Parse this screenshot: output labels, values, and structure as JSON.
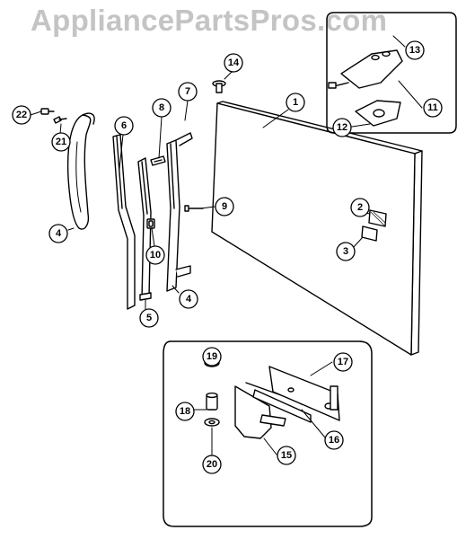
{
  "watermark": {
    "text": "AppliancePartsPros.com"
  },
  "diagram": {
    "callouts": [
      "1",
      "2",
      "3",
      "4",
      "4",
      "5",
      "6",
      "7",
      "8",
      "9",
      "10",
      "11",
      "12",
      "13",
      "14",
      "15",
      "16",
      "17",
      "18",
      "19",
      "20",
      "21",
      "22"
    ]
  },
  "colors": {
    "ink": "#000000",
    "watermark": "#c4c4c4",
    "background": "#ffffff"
  }
}
